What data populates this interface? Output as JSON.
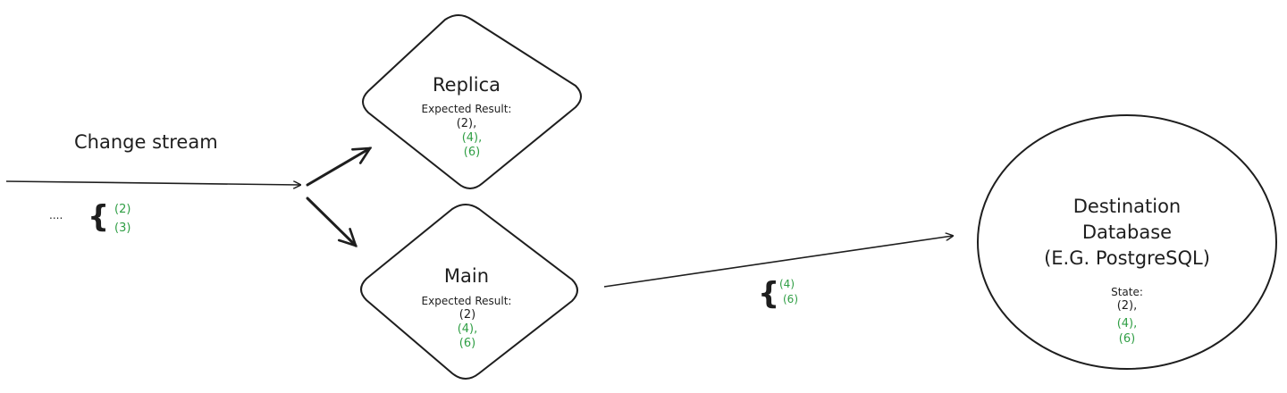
{
  "stream": {
    "title": "Change stream",
    "ellipsis": "....",
    "values": [
      "(2)",
      "(3)"
    ]
  },
  "replica": {
    "title": "Replica",
    "subtitle": "Expected Result:",
    "values": [
      "(2),",
      "(4),",
      "(6)"
    ]
  },
  "main": {
    "title": "Main",
    "subtitle": "Expected Result:",
    "values": [
      "(2)",
      "(4),",
      "(6)"
    ]
  },
  "transfer": {
    "values": [
      "(4)",
      "(6)"
    ]
  },
  "destination": {
    "title_lines": [
      "Destination",
      "Database",
      "(E.G. PostgreSQL)"
    ],
    "subtitle": "State:",
    "values": [
      "(2),",
      "(4),",
      "(6)"
    ]
  },
  "colors": {
    "stroke": "#1e1e1e",
    "green": "#2f9e44"
  }
}
